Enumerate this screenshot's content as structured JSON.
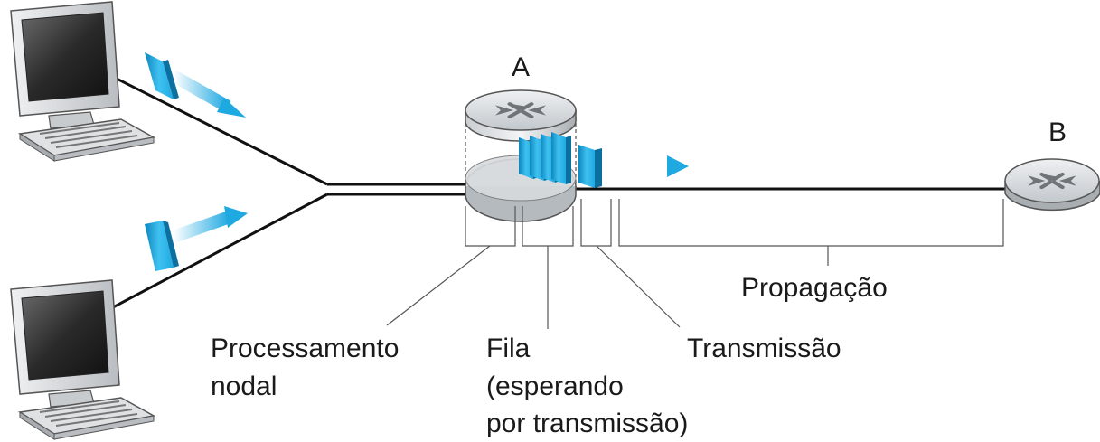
{
  "labels": {
    "router_a": "A",
    "router_b": "B",
    "processing_line1": "Processamento",
    "processing_line2": "nodal",
    "queue_line1": "Fila",
    "queue_line2": "(esperando",
    "queue_line3": "por transmissão)",
    "transmission": "Transmissão",
    "propagation": "Propagação"
  },
  "colors": {
    "packet": "#1fa9e1",
    "packet_dark": "#0d86bf",
    "link": "#111111",
    "router_body": "#cfd3d8",
    "monitor_body": "#d2d5d8",
    "screen": "#2b2b2b"
  },
  "icons": {
    "host": "desktop-computer-icon",
    "router": "router-icon",
    "packet": "packet-icon",
    "arrow": "motion-arrow-icon"
  }
}
